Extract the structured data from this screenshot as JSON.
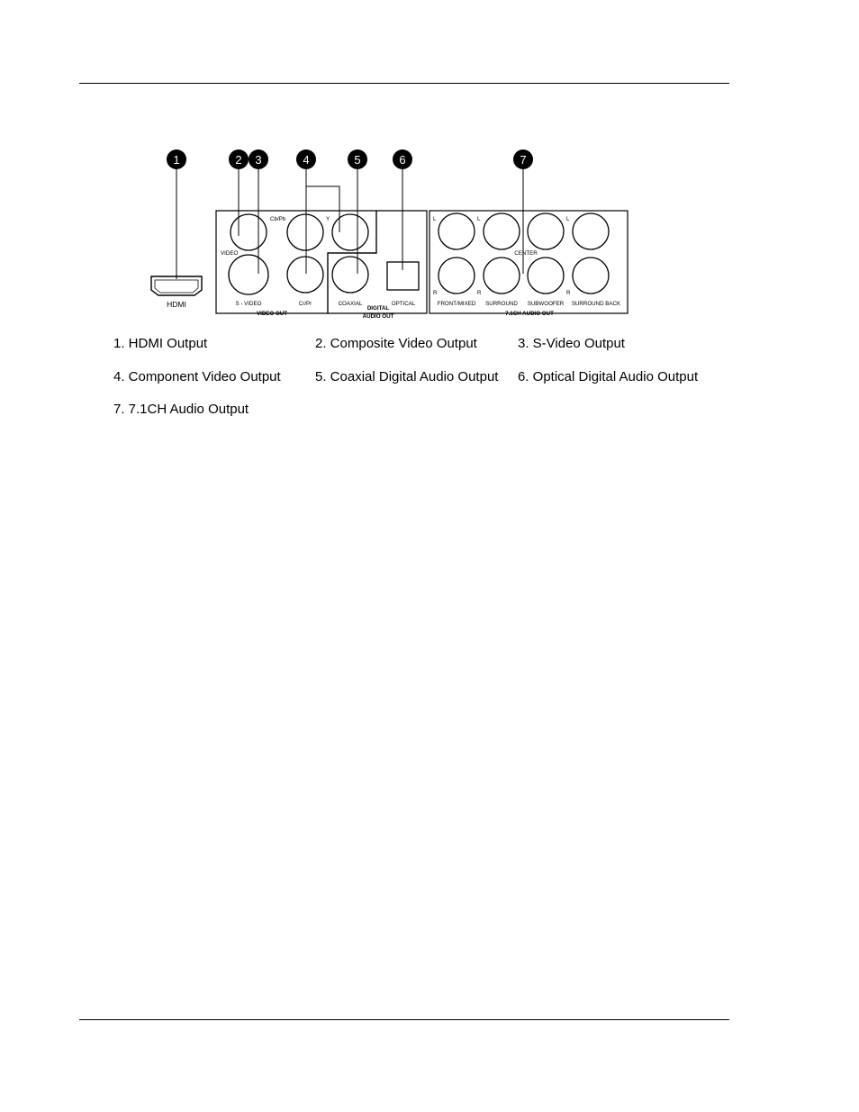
{
  "callouts": [
    "1",
    "2",
    "3",
    "4",
    "5",
    "6",
    "7"
  ],
  "panel_labels": {
    "hdmi": "HDMI",
    "video": "VIDEO",
    "cbpb": "Cb/Pb",
    "y": "Y",
    "s_video": "S - VIDEO",
    "crpr": "Cr/Pr",
    "video_out": "VIDEO OUT",
    "coaxial": "COAXIAL",
    "optical": "OPTICAL",
    "digital_audio_out_line1": "DIGITAL",
    "digital_audio_out_line2": "AUDIO OUT",
    "l": "L",
    "r": "R",
    "center": "CENTER",
    "front_mixed": "FRONT/MIXED",
    "surround": "SURROUND",
    "subwoofer": "SUBWOOFER",
    "surround_back": "SURROUND BACK",
    "audio_out_71": "7.1CH AUDIO OUT"
  },
  "legend": [
    "1. HDMI Output",
    "2. Composite Video Output",
    "3. S-Video Output",
    "4. Component Video Output",
    "5. Coaxial Digital Audio Output",
    "6. Optical Digital Audio Output",
    "7. 7.1CH Audio Output"
  ]
}
